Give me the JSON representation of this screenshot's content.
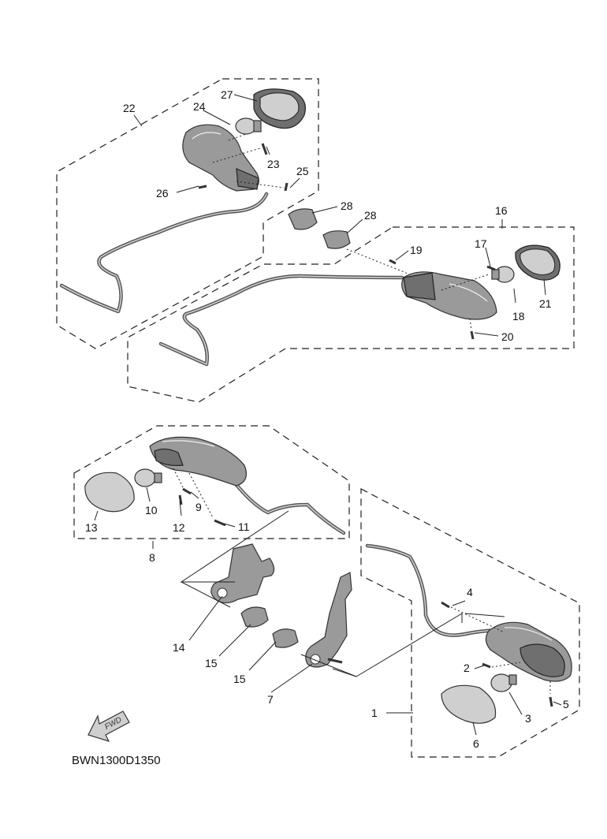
{
  "diagram_code": "BWN1300D1350",
  "fwd_label": "FWD",
  "callouts": [
    "1",
    "2",
    "3",
    "4",
    "5",
    "6",
    "7",
    "8",
    "9",
    "10",
    "11",
    "12",
    "13",
    "14",
    "15",
    "15",
    "16",
    "17",
    "18",
    "19",
    "20",
    "21",
    "22",
    "23",
    "24",
    "25",
    "26",
    "27",
    "28",
    "28"
  ]
}
